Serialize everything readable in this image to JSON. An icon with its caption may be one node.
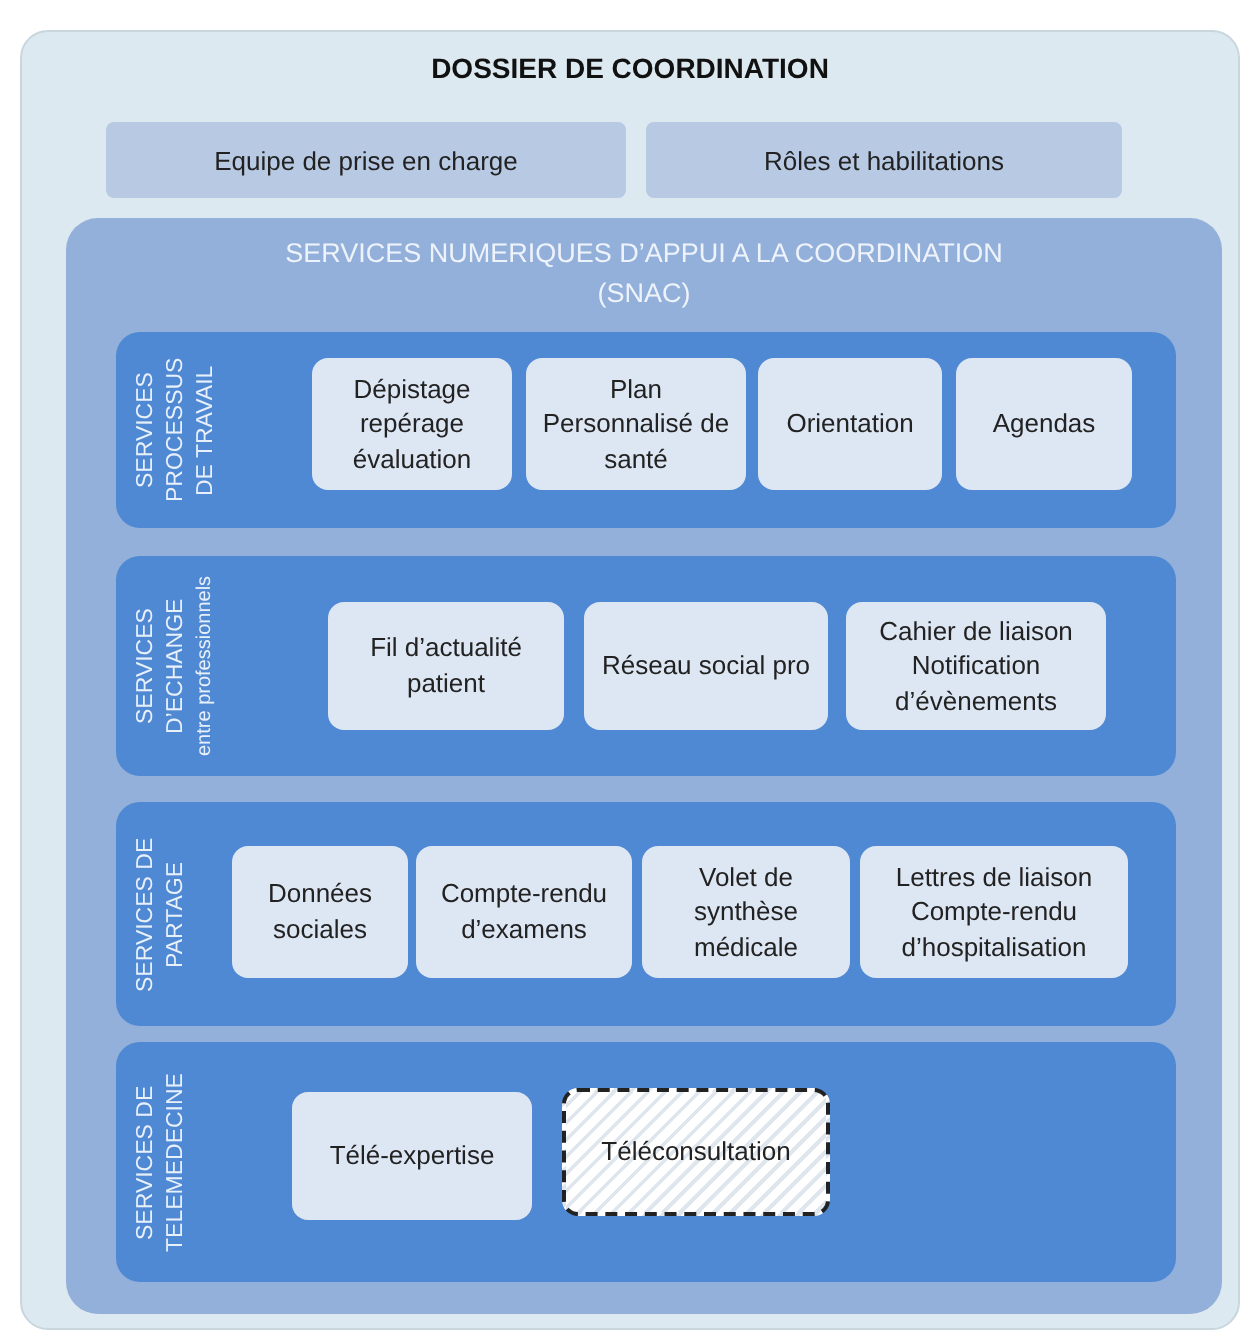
{
  "diagram": {
    "nodes": [
      {
        "text": [
          "DOSSIER DE COORDINATION"
        ]
      },
      {
        "text": [
          "Equipe de prise en charge"
        ],
        "in": 0
      },
      {
        "text": [
          "Rôles et habilitations"
        ],
        "in": 0
      },
      {
        "text": [
          "SERVICES NUMERIQUES D’APPUI A LA COORDINATION (SNAC)"
        ],
        "in": 0
      },
      {
        "text": [
          "SERVICES PROCESSUS DE TRAVAIL"
        ],
        "in": 3
      },
      {
        "text": [
          "Dépistage repérage évaluation"
        ],
        "in": 4
      },
      {
        "text": [
          "Plan Personnalisé de santé"
        ],
        "in": 4
      },
      {
        "text": [
          "Orientation"
        ],
        "in": 4
      },
      {
        "text": [
          "Agendas"
        ],
        "in": 4
      },
      {
        "text": [
          "SERVICES D’ECHANGE",
          "entre professionnels"
        ],
        "in": 3
      },
      {
        "text": [
          "Fil d’actualité patient"
        ],
        "in": 9
      },
      {
        "text": [
          "Réseau social pro"
        ],
        "in": 9
      },
      {
        "text": [
          "Cahier de liaison Notification d’évènements"
        ],
        "in": 9
      },
      {
        "text": [
          "SERVICES DE PARTAGE"
        ],
        "in": 3
      },
      {
        "text": [
          "Données sociales"
        ],
        "in": 13
      },
      {
        "text": [
          "Compte-rendu d’examens"
        ],
        "in": 13
      },
      {
        "text": [
          "Volet de synthèse médicale"
        ],
        "in": 13
      },
      {
        "text": [
          "Lettres de liaison Compte-rendu d’hospitalisation"
        ],
        "in": 13
      },
      {
        "text": [
          "SERVICES DE TELEMEDECINE"
        ],
        "in": 3
      },
      {
        "text": [
          "Télé-expertise"
        ],
        "in": 18
      },
      {
        "text": [
          "Téléconsultation"
        ],
        "in": 18
      }
    ]
  }
}
